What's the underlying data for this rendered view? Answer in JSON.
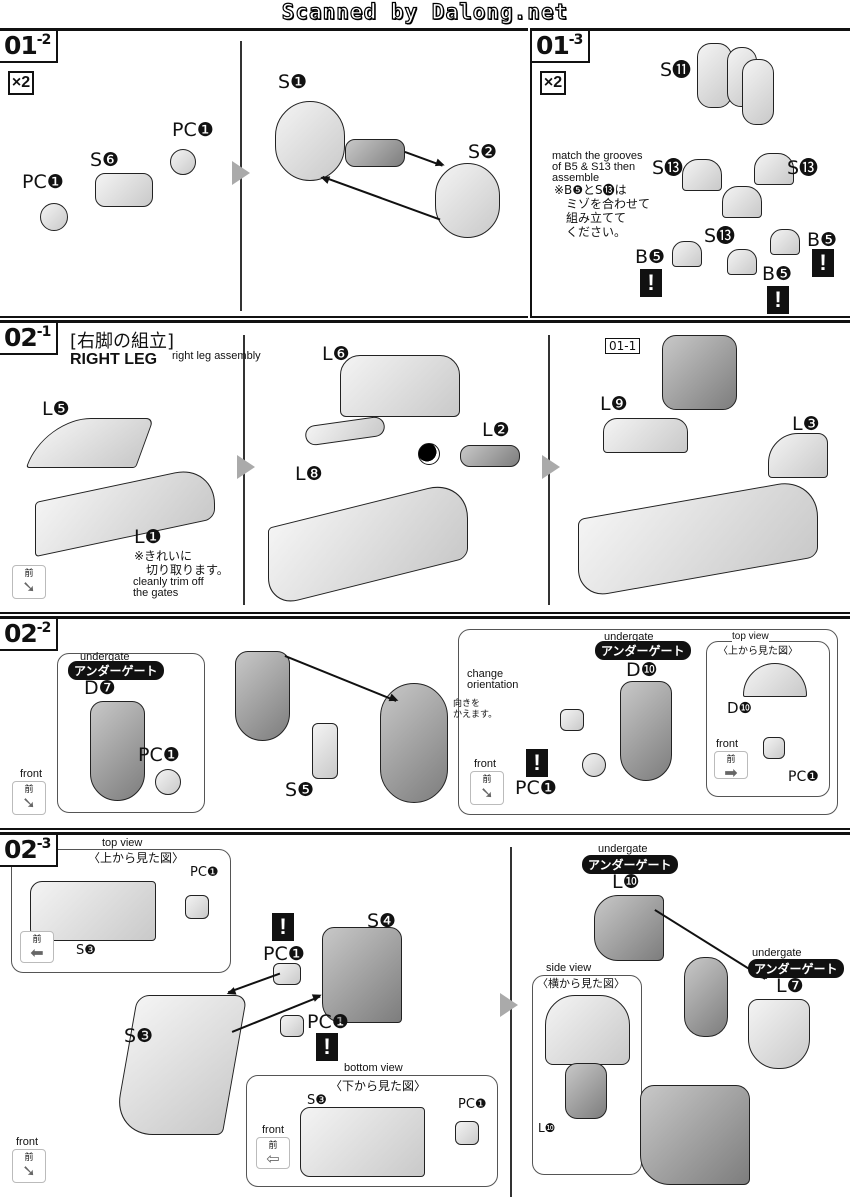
{
  "header": "Scanned by Dalong.net",
  "s012": {
    "step": "01",
    "sub": "-2",
    "mult": "×2",
    "labels": {
      "pc_right": "PC❶",
      "s6": "S❻",
      "pc_left": "PC❶",
      "s1": "S❶",
      "s2": "S❷"
    }
  },
  "s013": {
    "step": "01",
    "sub": "-3",
    "mult": "×2",
    "labels": {
      "s11": "S⓫",
      "s13a": "S⓭",
      "s13b": "S⓭",
      "s13c": "S⓭",
      "b5a": "B❺",
      "b5b": "B❺",
      "b5c": "B❺"
    },
    "note_en": "match the grooves\nof B5 & S13 then\nassemble",
    "note_jp": "※B❺とS⓭は\n　ミゾを合わせて\n　組み立てて\n　ください。",
    "warn": "!"
  },
  "s021": {
    "step": "02",
    "sub": "-1",
    "title_jp": "[右脚の組立]",
    "title_en": "RIGHT LEG",
    "title_en_small": "right leg assembly",
    "labels": {
      "l5": "L❺",
      "l1": "L❶",
      "l6": "L❻",
      "l8": "L❽",
      "l2": "L❷",
      "l9": "L❾",
      "l3": "L❸",
      "ref": "01-1"
    },
    "note_jp": "※きれいに\n　切り取ります。",
    "note_en": "cleanly trim off\nthe gates",
    "front": "前"
  },
  "s022": {
    "step": "02",
    "sub": "-2",
    "undergate_en": "undergate",
    "undergate_jp": "アンダーゲート",
    "labels": {
      "d7": "D❼",
      "pc1": "PC❶",
      "s5": "S❺",
      "d10": "D❿",
      "pc1b": "PC❶",
      "d10b": "D❿",
      "pc1c": "PC❶"
    },
    "change_en": "change\norientation",
    "change_jp": "向きを\nかえます。",
    "front_en": "front",
    "front_jp": "前",
    "top_view_en": "top view",
    "top_view_jp": "〈上から見た図〉",
    "warn": "!"
  },
  "s023": {
    "step": "02",
    "sub": "-3",
    "top_view_en": "top view",
    "top_view_jp": "〈上から見た図〉",
    "bottom_view_en": "bottom view",
    "bottom_view_jp": "〈下から見た図〉",
    "side_view_en": "side view",
    "side_view_jp": "〈横から見た図〉",
    "labels": {
      "pc_top": "PC❶",
      "s3_top": "S❸",
      "pc_a": "PC❶",
      "s4": "S❹",
      "s3": "S❸",
      "pc_b": "PC❶",
      "s3_bot": "S❸",
      "pc_bot": "PC❶",
      "l10": "L❿",
      "l7": "L❼",
      "l10b": "L❿"
    },
    "undergate_en": "undergate",
    "undergate_jp": "アンダーゲート",
    "front_en": "front",
    "front_jp": "前",
    "warn": "!"
  }
}
